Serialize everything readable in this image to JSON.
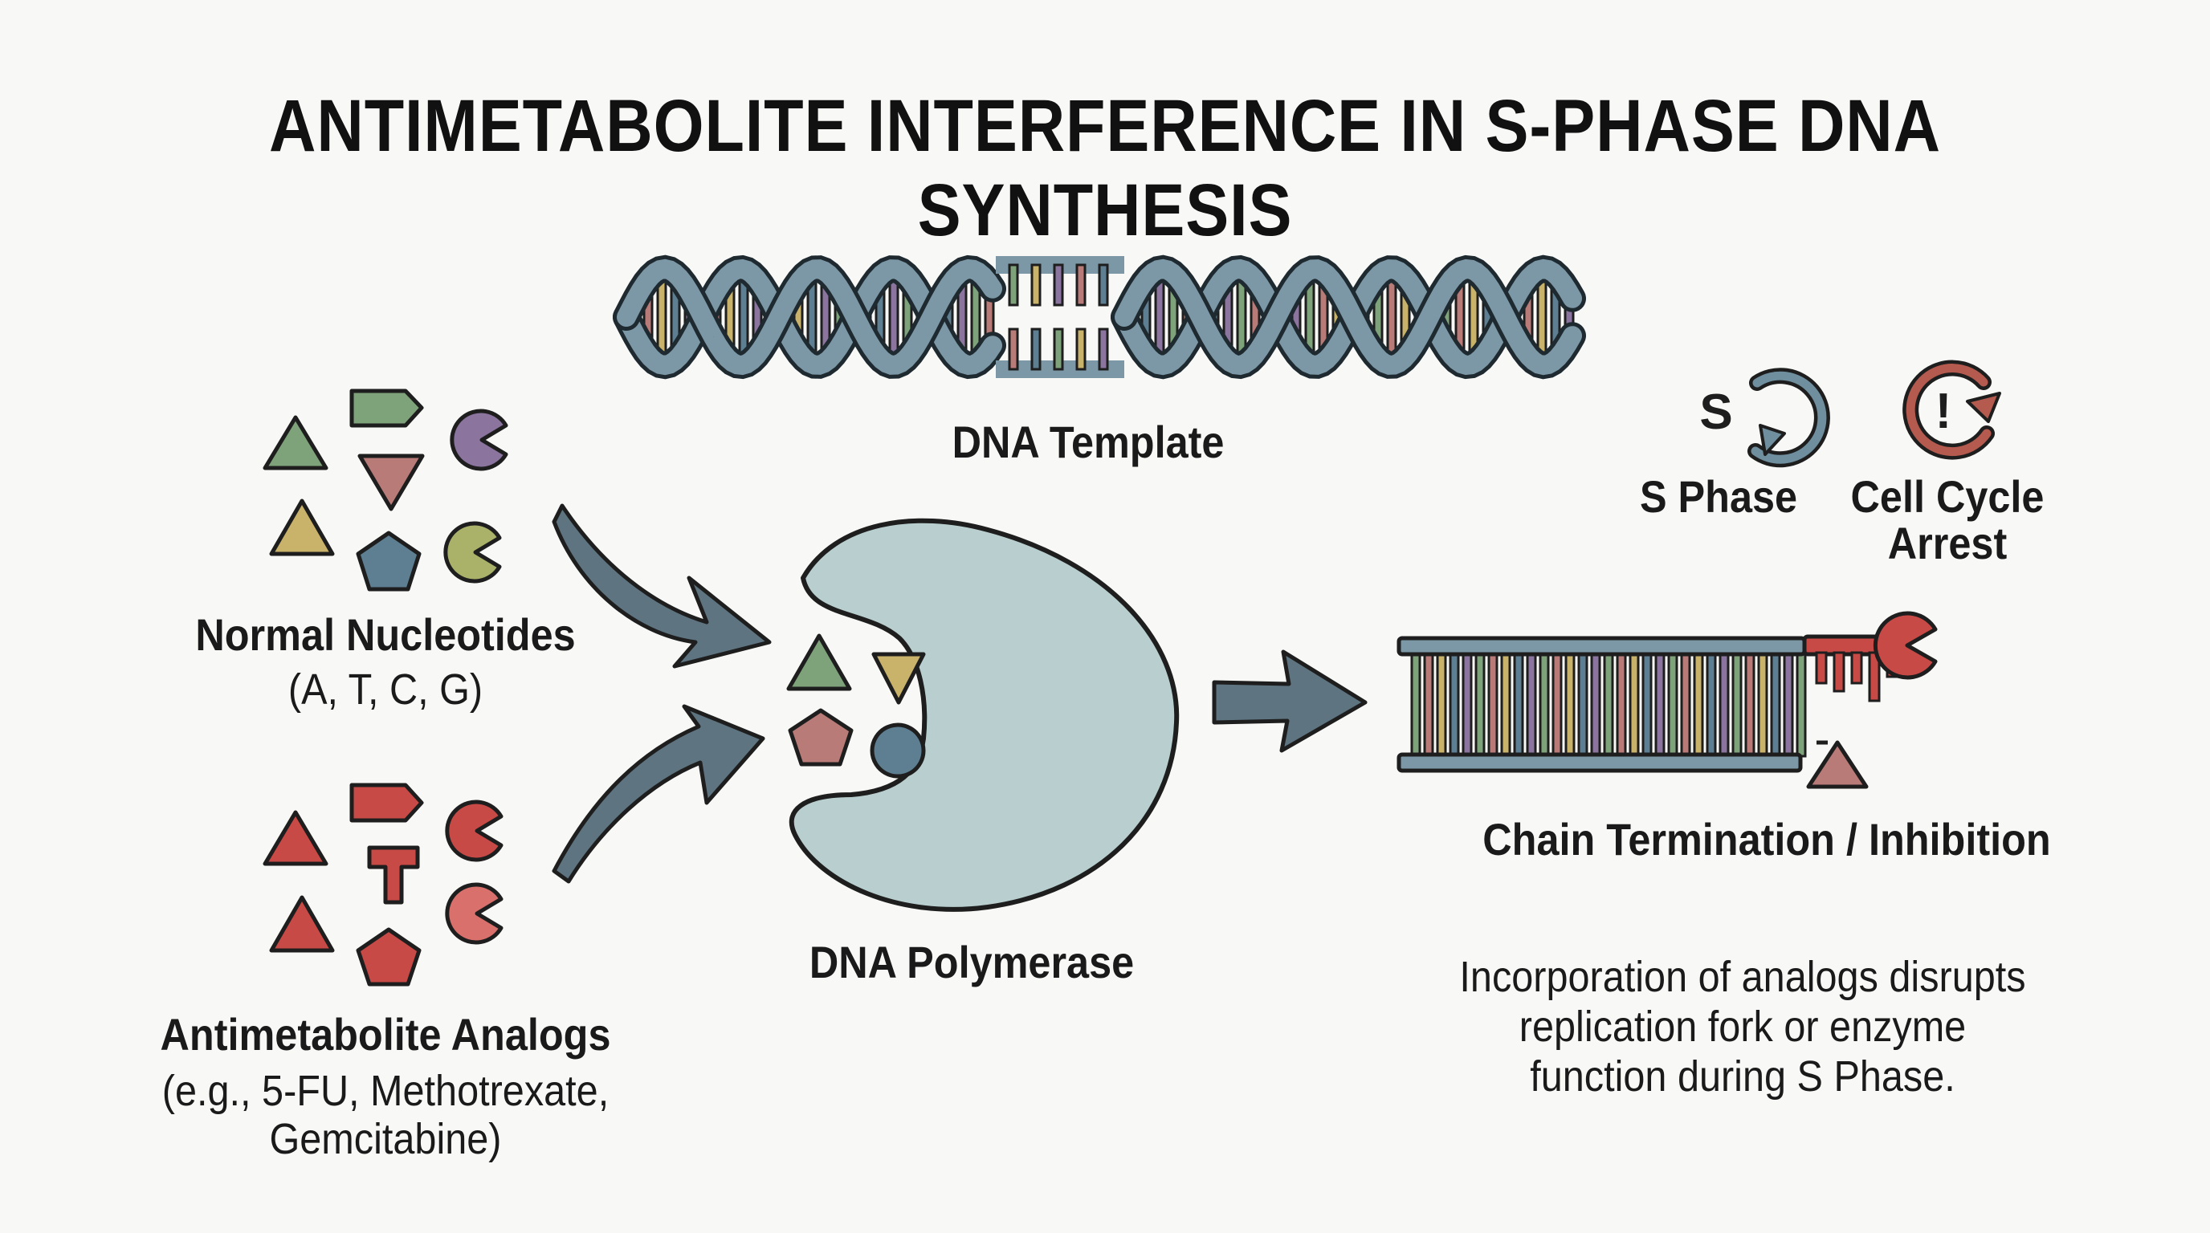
{
  "title": "ANTIMETABOLITE INTERFERENCE IN S-PHASE DNA SYNTHESIS",
  "labels": {
    "dna_template": "DNA Template",
    "normal_nucleotides": "Normal Nucleotides",
    "normal_nucleotides_sub": "(A, T, C, G)",
    "antimetabolite_analogs": "Antimetabolite Analogs",
    "antimetabolite_sub_1": "(e.g., 5-FU, Methotrexate,",
    "antimetabolite_sub_2": "Gemcitabine)",
    "dna_polymerase": "DNA Polymerase",
    "s_phase": "S Phase",
    "cell_cycle_arrest_1": "Cell Cycle",
    "cell_cycle_arrest_2": "Arrest",
    "chain_termination": "Chain Termination / Inhibition",
    "description_1": "Incorporation of analogs disrupts",
    "description_2": "replication fork or enzyme",
    "description_3": "function during S Phase."
  },
  "icons": {
    "s_phase_letter": "S",
    "arrest_mark": "!"
  },
  "colors": {
    "green": "#7ea27a",
    "purple": "#8b759e",
    "mauve": "#b87b78",
    "mustard": "#c9b26a",
    "blue_gray": "#5d7f91",
    "red": "#c84a47",
    "light_red": "#d9706c",
    "polymerase": "#b9cfcf",
    "arrow": "#5e7480",
    "helix": "#7c98a6",
    "s_phase_icon": "#6f8f9e",
    "arrest_icon": "#b55a4f"
  }
}
